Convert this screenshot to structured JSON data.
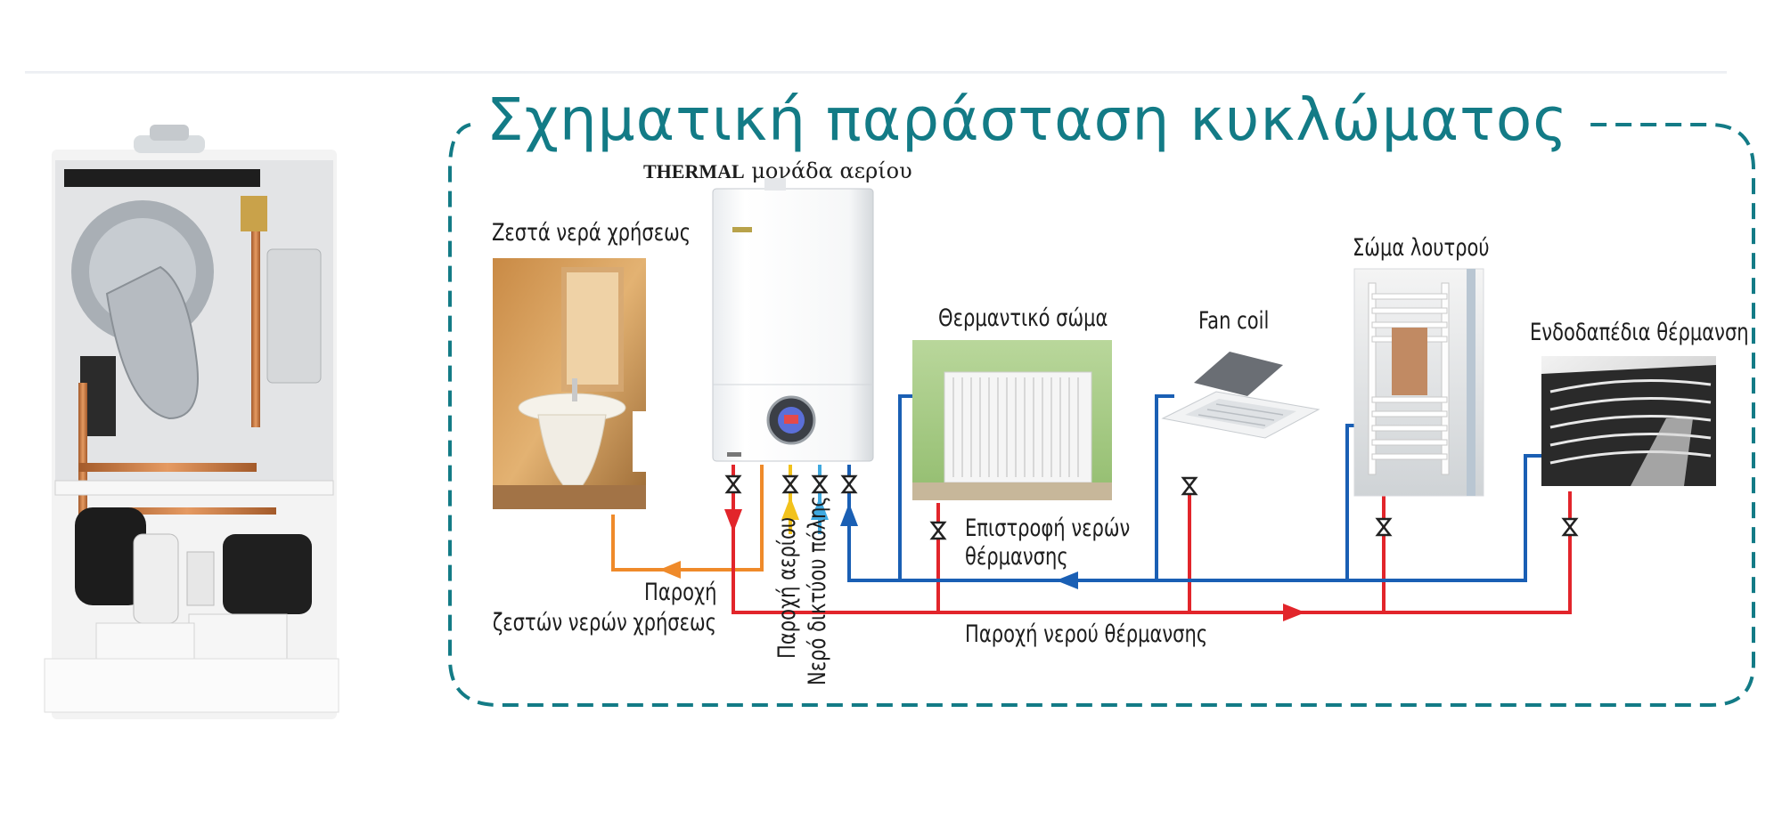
{
  "title": "Σχηματική παράσταση κυκλώματος",
  "labels": {
    "thermal_brand": "THERMAL",
    "thermal_unit": "μονάδα αερίου",
    "hot_water_use": "Ζεστά νερά χρήσεως",
    "radiator": "Θερμαντικό σώμα",
    "fan_coil": "Fan coil",
    "towel_radiator": "Σώμα λουτρού",
    "floor_heating": "Ενδοδαπέδια θέρμανση",
    "hot_water_supply_1": "Παροχή",
    "hot_water_supply_2": "ζεστών νερών χρήσεως",
    "gas_supply": "Παροχή αερίου",
    "city_water": "Νερό δικτύου πόλης",
    "heating_return_1": "Επιστροφή νερών",
    "heating_return_2": "θέρμανσης",
    "heating_supply": "Παροχή νερού θέρμανσης"
  },
  "colors": {
    "accent": "#137b86",
    "supply": "#e2252b",
    "return": "#1a5fb4",
    "hot_water": "#ef8a2a",
    "gas": "#f2c21b",
    "city_water": "#3fa9e0"
  },
  "icons": [
    "valve-icon",
    "arrow-icon"
  ]
}
